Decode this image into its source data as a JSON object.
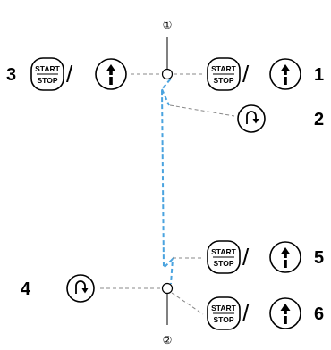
{
  "start_stop": {
    "top": "START",
    "bottom": "STOP"
  },
  "slash": "/",
  "steps": {
    "s1": "1",
    "s2": "2",
    "s3": "3",
    "s4": "4",
    "s5": "5",
    "s6": "6"
  },
  "points": {
    "p1": "①",
    "p2": "②"
  },
  "icons": {
    "start_stop": "start-stop-button-icon",
    "reverse": "reverse-stitch-button-icon",
    "needle_position": "needle-up-down-button-icon"
  },
  "colors": {
    "stitch": "#4aa3df",
    "guide": "#888888",
    "ink": "#000000"
  }
}
